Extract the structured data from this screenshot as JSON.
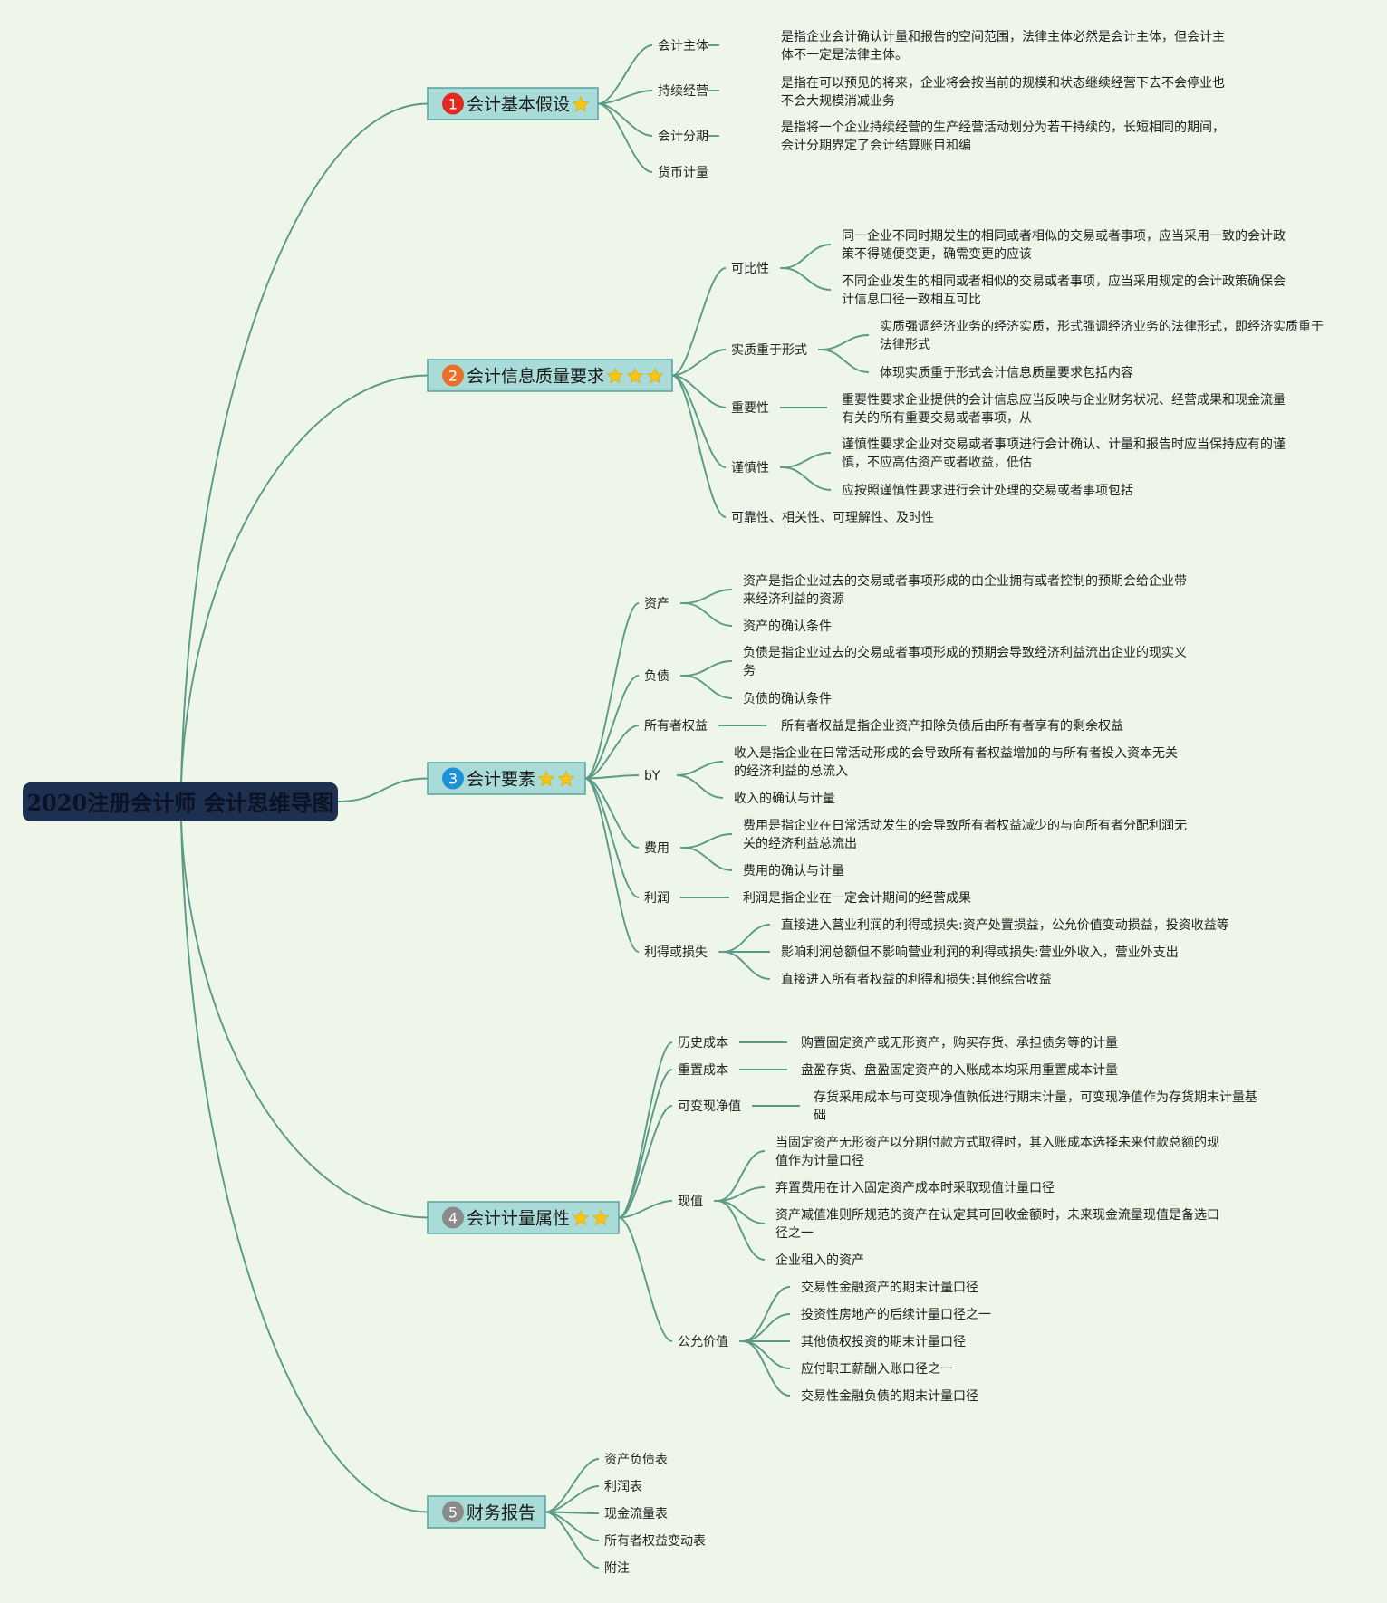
{
  "root": {
    "title": "2020注册会计师 会计思维导图"
  },
  "colors": {
    "background": "#eef6ea",
    "branch_line": "#5a9a86",
    "root_fill": "#1e3050",
    "main_fill": "#a9dcd8",
    "main_border": "#58a2a0",
    "star": "#f5c518"
  },
  "branches": [
    {
      "number": "1",
      "badge_color": "#e02b20",
      "label": "会计基本假设",
      "stars": 1,
      "children": [
        {
          "label": "会计主体",
          "details": [
            "是指企业会计确认计量和报告的空间范围，法律主体必然是会计主体，但会计主",
            "体不一定是法律主体。"
          ]
        },
        {
          "label": "持续经营",
          "details": [
            "是指在可以预见的将来，企业将会按当前的规模和状态继续经营下去不会停业也",
            "不会大规模消减业务"
          ]
        },
        {
          "label": "会计分期",
          "details": [
            "是指将一个企业持续经营的生产经营活动划分为若干持续的，长短相同的期间，",
            "会计分期界定了会计结算账目和编"
          ]
        },
        {
          "label": "货币计量"
        }
      ]
    },
    {
      "number": "2",
      "badge_color": "#e8712a",
      "label": "会计信息质量要求",
      "stars": 3,
      "children": [
        {
          "label": "可比性",
          "items": [
            [
              "同一企业不同时期发生的相同或者相似的交易或者事项，应当采用一致的会计政",
              "策不得随便变更，确需变更的应该"
            ],
            [
              "不同企业发生的相同或者相似的交易或者事项，应当采用规定的会计政策确保会",
              "计信息口径一致相互可比"
            ]
          ]
        },
        {
          "label": "实质重于形式",
          "items": [
            [
              "实质强调经济业务的经济实质，形式强调经济业务的法律形式，即经济实质重于",
              "法律形式"
            ],
            [
              "体现实质重于形式会计信息质量要求包括内容"
            ]
          ]
        },
        {
          "label": "重要性",
          "details": [
            "重要性要求企业提供的会计信息应当反映与企业财务状况、经营成果和现金流量",
            "有关的所有重要交易或者事项，从"
          ]
        },
        {
          "label": "谨慎性",
          "items": [
            [
              "谨慎性要求企业对交易或者事项进行会计确认、计量和报告时应当保持应有的谨",
              "慎，不应高估资产或者收益，低估"
            ],
            [
              "应按照谨慎性要求进行会计处理的交易或者事项包括"
            ]
          ]
        },
        {
          "label": "可靠性、相关性、可理解性、及时性"
        }
      ]
    },
    {
      "number": "3",
      "badge_color": "#1e90d6",
      "label": "会计要素",
      "stars": 2,
      "children": [
        {
          "label": "资产",
          "items": [
            [
              "资产是指企业过去的交易或者事项形成的由企业拥有或者控制的预期会给企业带",
              "来经济利益的资源"
            ],
            [
              "资产的确认条件"
            ]
          ]
        },
        {
          "label": "负债",
          "items": [
            [
              "负债是指企业过去的交易或者事项形成的预期会导致经济利益流出企业的现实义",
              "务"
            ],
            [
              "负债的确认条件"
            ]
          ]
        },
        {
          "label": "所有者权益",
          "details": [
            "所有者权益是指企业资产扣除负债后由所有者享有的剩余权益"
          ]
        },
        {
          "label": "bY",
          "items": [
            [
              "收入是指企业在日常活动形成的会导致所有者权益增加的与所有者投入资本无关",
              "的经济利益的总流入"
            ],
            [
              "收入的确认与计量"
            ]
          ]
        },
        {
          "label": "费用",
          "items": [
            [
              "费用是指企业在日常活动发生的会导致所有者权益减少的与向所有者分配利润无",
              "关的经济利益总流出"
            ],
            [
              "费用的确认与计量"
            ]
          ]
        },
        {
          "label": "利润",
          "details": [
            "利润是指企业在一定会计期间的经营成果"
          ]
        },
        {
          "label": "利得或损失",
          "items": [
            [
              "直接进入营业利润的利得或损失:资产处置损益，公允价值变动损益，投资收益等"
            ],
            [
              "影响利润总额但不影响营业利润的利得或损失:营业外收入，营业外支出"
            ],
            [
              "直接进入所有者权益的利得和损失:其他综合收益"
            ]
          ]
        }
      ]
    },
    {
      "number": "4",
      "badge_color": "#8a8a8a",
      "label": "会计计量属性",
      "stars": 2,
      "children": [
        {
          "label": "历史成本",
          "details": [
            "购置固定资产或无形资产，购买存货、承担债务等的计量"
          ]
        },
        {
          "label": "重置成本",
          "details": [
            "盘盈存货、盘盈固定资产的入账成本均采用重置成本计量"
          ]
        },
        {
          "label": "可变现净值",
          "details": [
            "存货采用成本与可变现净值孰低进行期末计量，可变现净值作为存货期末计量基",
            "础"
          ]
        },
        {
          "label": "现值",
          "items": [
            [
              "当固定资产无形资产以分期付款方式取得时，其入账成本选择未来付款总额的现",
              "值作为计量口径"
            ],
            [
              "弃置费用在计入固定资产成本时采取现值计量口径"
            ],
            [
              "资产减值准则所规范的资产在认定其可回收金额时，未来现金流量现值是备选口",
              "径之一"
            ],
            [
              "企业租入的资产"
            ]
          ]
        },
        {
          "label": "公允价值",
          "items": [
            [
              "交易性金融资产的期末计量口径"
            ],
            [
              "投资性房地产的后续计量口径之一"
            ],
            [
              "其他债权投资的期末计量口径"
            ],
            [
              "应付职工薪酬入账口径之一"
            ],
            [
              "交易性金融负债的期末计量口径"
            ]
          ]
        }
      ]
    },
    {
      "number": "5",
      "badge_color": "#8a8a8a",
      "label": "财务报告",
      "stars": 0,
      "children": [
        {
          "label": "资产负债表"
        },
        {
          "label": "利润表"
        },
        {
          "label": "现金流量表"
        },
        {
          "label": "所有者权益变动表"
        },
        {
          "label": "附注"
        }
      ]
    }
  ]
}
